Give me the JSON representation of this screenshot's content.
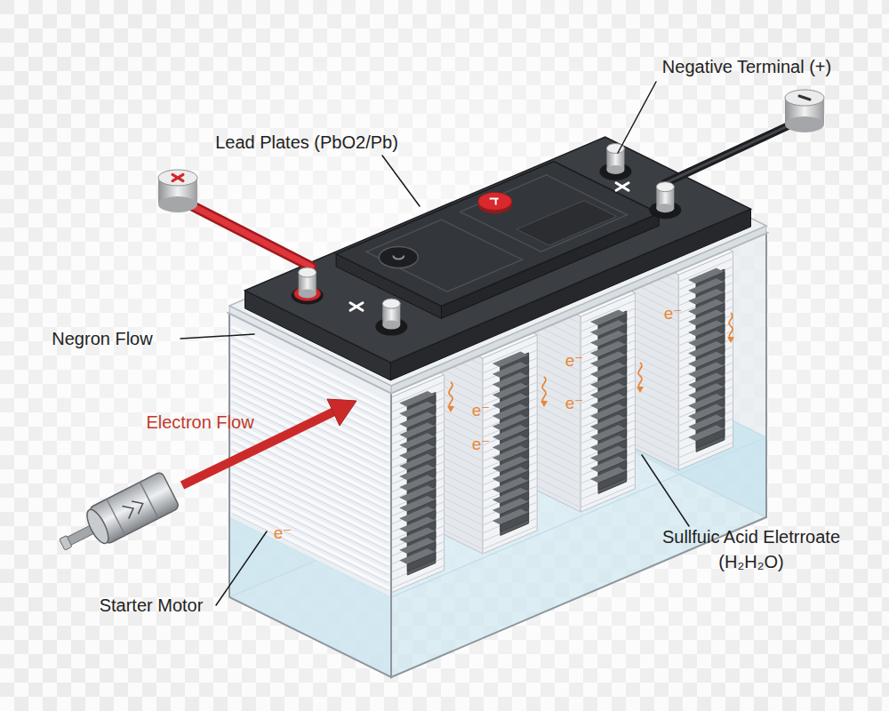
{
  "diagram": {
    "labels": [
      "Negative Terminal (+)",
      "Lead Plates (PbO2/Pb)",
      "e⁻",
      "Negron Flow",
      "e⁻",
      "e⁻",
      "e⁻",
      "Electron Flow",
      "e⁻",
      "e⁻",
      "Sullfuic Acid Eletrroate (H₂H₂O)",
      "Starter Motor"
    ]
  }
}
